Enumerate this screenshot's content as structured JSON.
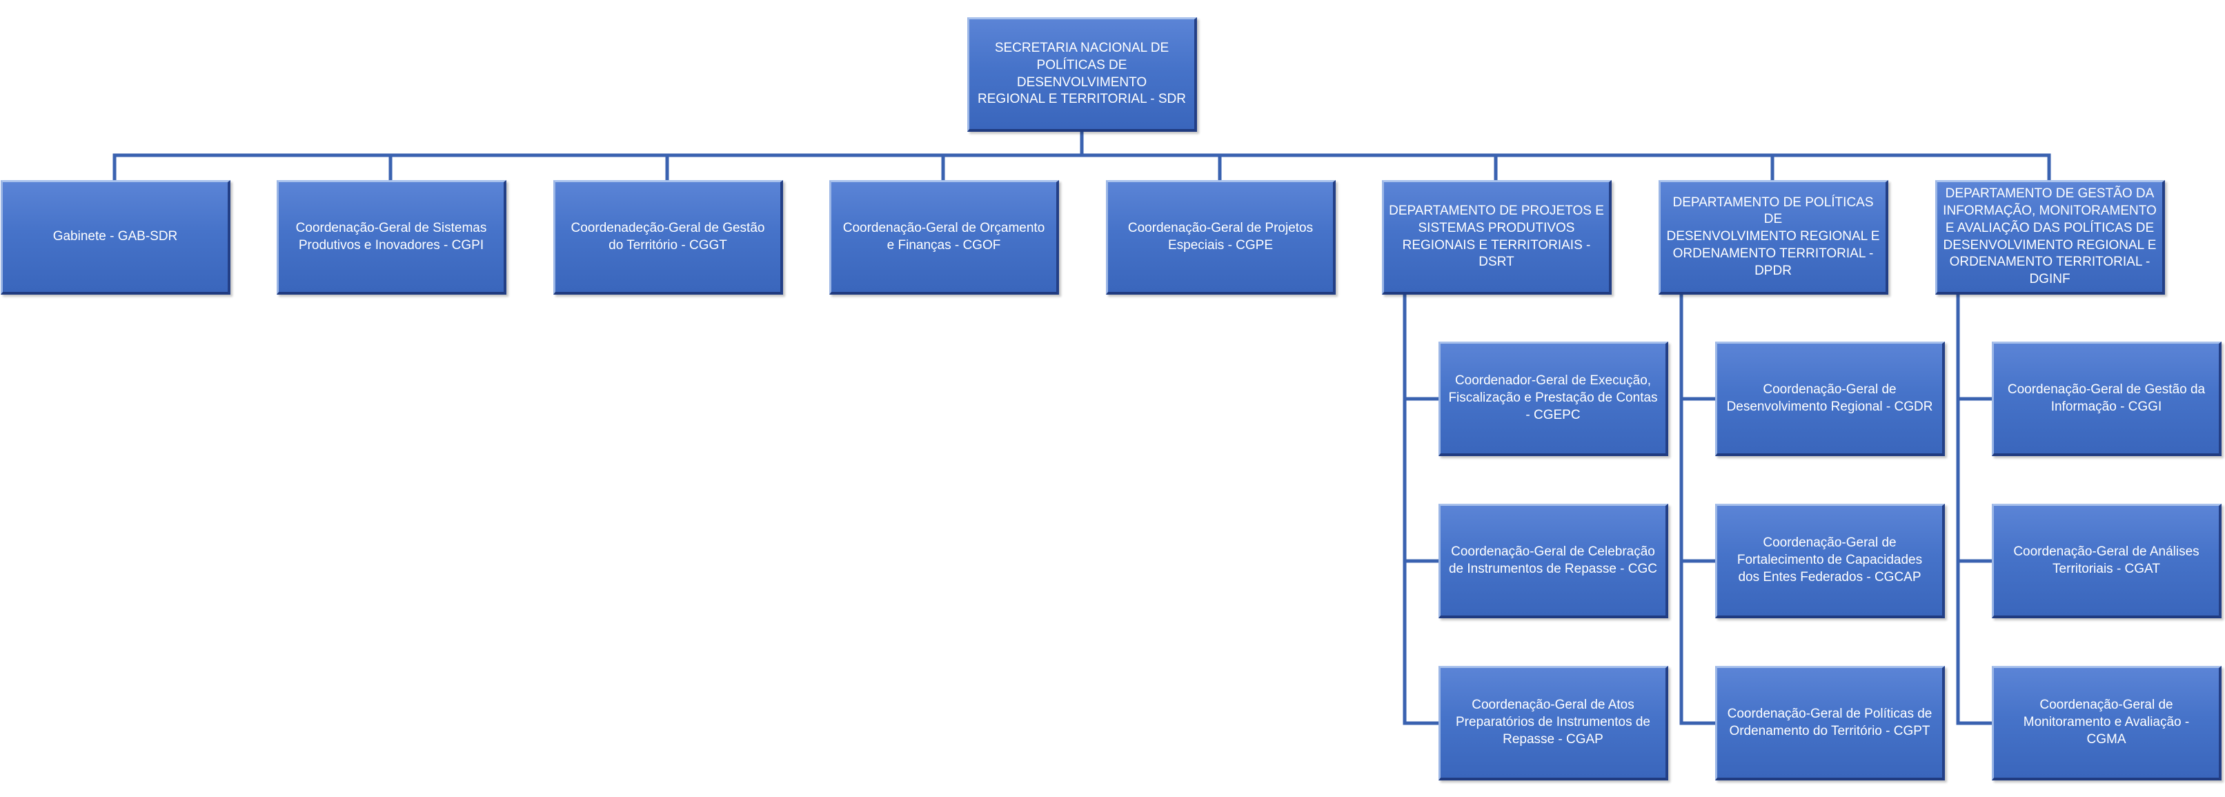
{
  "colors": {
    "box_fill": "#4472c4",
    "box_text": "#ffffff",
    "connector": "#3a62b0"
  },
  "root": {
    "label": "SECRETARIA NACIONAL DE\nPOLÍTICAS DE DESENVOLVIMENTO\nREGIONAL E TERRITORIAL - SDR"
  },
  "level1": [
    {
      "label": "Gabinete - GAB-SDR"
    },
    {
      "label": "Coordenação-Geral de Sistemas\nProdutivos e Inovadores - CGPI"
    },
    {
      "label": "Coordenadeção-Geral de Gestão\ndo Território - CGGT"
    },
    {
      "label": "Coordenação-Geral de Orçamento\ne Finanças - CGOF"
    },
    {
      "label": "Coordenação-Geral de Projetos\nEspeciais - CGPE"
    },
    {
      "label": "DEPARTAMENTO DE PROJETOS E\nSISTEMAS PRODUTIVOS\nREGIONAIS E TERRITORIAIS - DSRT"
    },
    {
      "label": "DEPARTAMENTO DE POLÍTICAS DE\nDESENVOLVIMENTO REGIONAL E\nORDENAMENTO TERRITORIAL -\nDPDR"
    },
    {
      "label": "DEPARTAMENTO DE GESTÃO DA\nINFORMAÇÃO, MONITORAMENTO\nE AVALIAÇÃO DAS POLÍTICAS DE\nDESENVOLVIMENTO REGIONAL E\nORDENAMENTO TERRITORIAL -\nDGINF"
    }
  ],
  "dsrt_children": [
    {
      "label": "Coordenador-Geral de Execução,\nFiscalização e Prestação de Contas\n- CGEPC"
    },
    {
      "label": "Coordenação-Geral de Celebração\nde Instrumentos de Repasse - CGC"
    },
    {
      "label": "Coordenação-Geral de Atos\nPreparatórios de Instrumentos de\nRepasse - CGAP"
    }
  ],
  "dpdr_children": [
    {
      "label": "Coordenação-Geral de\nDesenvolvimento  Regional - CGDR"
    },
    {
      "label": "Coordenação-Geral de\nFortalecimento de Capacidades\ndos Entes Federados - CGCAP"
    },
    {
      "label": "Coordenação-Geral de Políticas de\nOrdenamento do Território - CGPT"
    }
  ],
  "dginf_children": [
    {
      "label": "Coordenação-Geral de Gestão da\nInformação - CGGI"
    },
    {
      "label": "Coordenação-Geral de Análises\nTerritoriais - CGAT"
    },
    {
      "label": "Coordenação-Geral de\nMonitoramento e Avaliação -\nCGMA"
    }
  ]
}
